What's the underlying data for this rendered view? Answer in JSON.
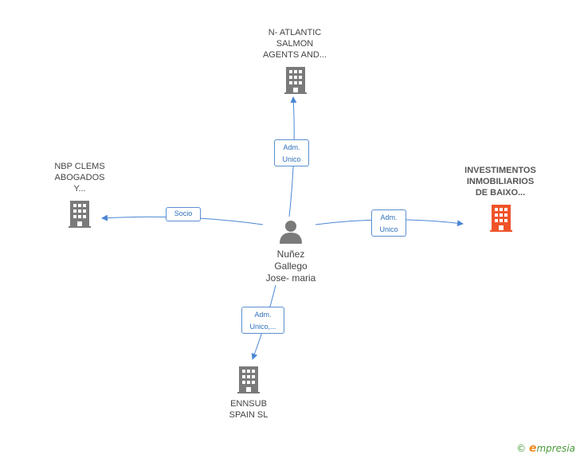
{
  "center": {
    "name_lines": [
      "Nuñez",
      "Gallego",
      "Jose- maria"
    ],
    "icon": "person-icon"
  },
  "nodes": {
    "atlantic": {
      "lines": [
        "N- ATLANTIC",
        "SALMON",
        "AGENTS AND..."
      ],
      "icon": "building-icon"
    },
    "nbp": {
      "lines": [
        "NBP CLEMS",
        "ABOGADOS",
        "Y..."
      ],
      "icon": "building-icon"
    },
    "investimentos": {
      "lines": [
        "INVESTIMENTOS",
        "INMOBILIARIOS",
        "DE BAIXO..."
      ],
      "icon": "building-icon"
    },
    "ennsub": {
      "lines": [
        "ENNSUB",
        "SPAIN  SL"
      ],
      "icon": "building-icon"
    }
  },
  "edges": {
    "atlantic": [
      "Adm.",
      "Unico"
    ],
    "nbp": [
      "Socio"
    ],
    "investimentos": [
      "Adm.",
      "Unico"
    ],
    "ennsub": [
      "Adm.",
      "Unico,..."
    ]
  },
  "colors": {
    "edge": "#4a86d4",
    "building": "#7a7a7a",
    "highlight_building": "#f0532a",
    "person": "#7a7a7a"
  },
  "watermark": {
    "symbol": "©",
    "brand_initial": "e",
    "brand_rest": "mpresia"
  }
}
